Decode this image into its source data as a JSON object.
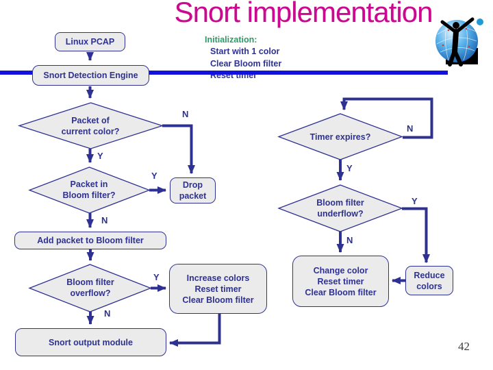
{
  "slide": {
    "title": "Snort implementation",
    "page_number": "42"
  },
  "colors": {
    "title": "#c9098f",
    "accent_line": "#1212dd",
    "flow_ink": "#2e3192",
    "node_fill": "#ebebeb",
    "init_heading": "#2e9966"
  },
  "init": {
    "heading": "Initialization:",
    "lines": [
      "Start with 1 color",
      "Clear Bloom filter",
      "Reset timer"
    ]
  },
  "nodes": {
    "linux_pcap": "Linux PCAP",
    "snort_detection_engine": "Snort Detection Engine",
    "packet_current_color": [
      "Packet of",
      "current color?"
    ],
    "packet_in_bloom": [
      "Packet in",
      "Bloom filter?"
    ],
    "drop_packet": [
      "Drop",
      "packet"
    ],
    "add_packet": "Add packet to Bloom filter",
    "bloom_overflow": [
      "Bloom filter",
      "overflow?"
    ],
    "increase_colors": [
      "Increase colors",
      "Reset timer",
      "Clear Bloom filter"
    ],
    "snort_output": "Snort output module",
    "timer_expires": "Timer expires?",
    "bloom_underflow": [
      "Bloom filter",
      "underflow?"
    ],
    "change_color": [
      "Change color",
      "Reset timer",
      "Clear Bloom filter"
    ],
    "reduce_colors": [
      "Reduce",
      "colors"
    ]
  },
  "branch_labels": {
    "current_color_n": "N",
    "current_color_y": "Y",
    "in_bloom_y": "Y",
    "in_bloom_n": "N",
    "overflow_y": "Y",
    "overflow_n": "N",
    "timer_n": "N",
    "timer_y": "Y",
    "underflow_y": "Y",
    "underflow_n": "N"
  },
  "logo_name": "globe-with-figure-logo"
}
